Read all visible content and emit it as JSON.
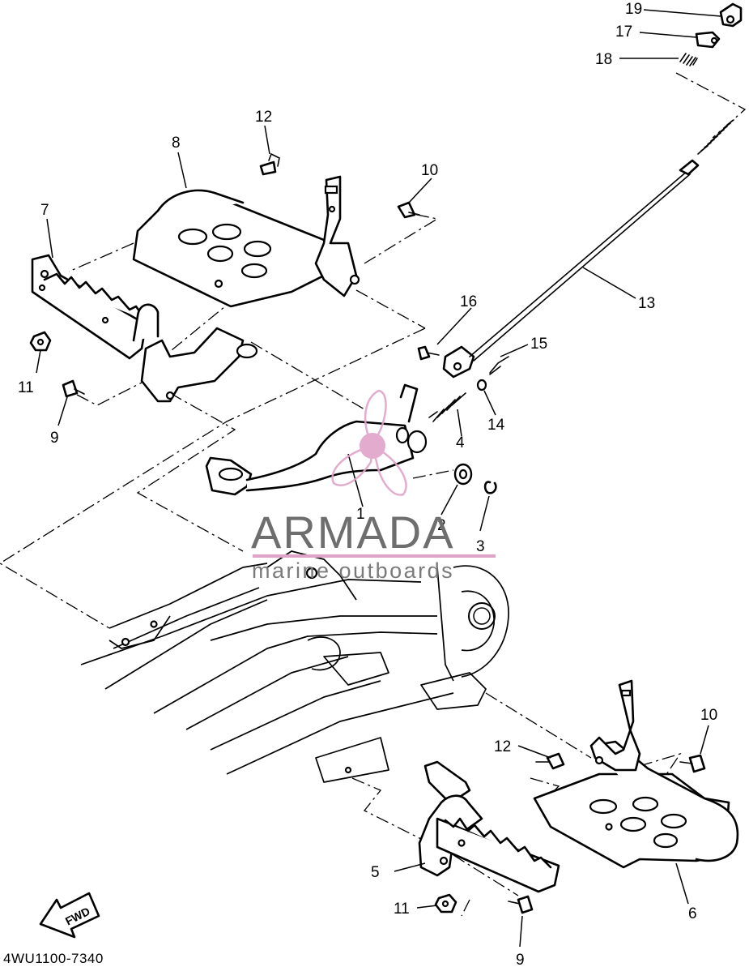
{
  "diagram_code": "4WU1100-7340",
  "fwd_label": "FWD",
  "watermark": {
    "brand": "ARMADA",
    "tagline": "marine outboards",
    "accent_color": "#e0a3c8"
  },
  "callouts": {
    "c1": "1",
    "c2": "2",
    "c3": "3",
    "c4": "4",
    "c5": "5",
    "c6": "6",
    "c7": "7",
    "c8": "8",
    "c9a": "9",
    "c9b": "9",
    "c10a": "10",
    "c10b": "10",
    "c11a": "11",
    "c11b": "11",
    "c12a": "12",
    "c12b": "12",
    "c13": "13",
    "c14": "14",
    "c15": "15",
    "c16": "16",
    "c17": "17",
    "c18": "18",
    "c19": "19"
  }
}
